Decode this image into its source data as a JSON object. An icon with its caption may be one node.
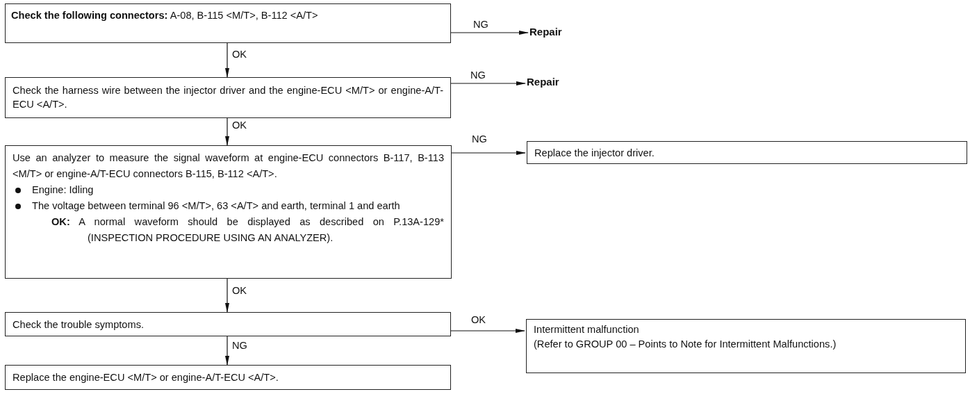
{
  "diagram": {
    "nodes": [
      {
        "text": [
          "**Check the following connectors:** A-08, B-115 <M/T>, B-112 <A/T>"
        ]
      },
      {
        "text": [
          "Repair"
        ]
      },
      {
        "text": [
          "Check the harness wire between the injector driver and the engine-ECU <M/T> or engine-A/T-ECU <A/T>."
        ]
      },
      {
        "text": [
          "Repair"
        ]
      },
      {
        "text": [
          "Use an analyzer to measure the signal waveform at engine-ECU connectors B-117, B-113 <M/T> or engine-A/T-ECU connectors B-115, B-112 <A/T>.",
          "Engine: Idling",
          "The voltage between terminal 96 <M/T>, 63 <A/T> and earth, terminal 1 and earth",
          "**OK:** A normal waveform should be displayed as described on P.13A-129* (INSPECTION PROCEDURE USING AN ANALYZER)."
        ]
      },
      {
        "text": [
          "Replace the injector driver."
        ]
      },
      {
        "text": [
          "Check the trouble symptoms."
        ]
      },
      {
        "text": [
          "Intermittent malfunction",
          "(Refer to GROUP 00 – Points to Note for Intermittent Malfunctions.)"
        ]
      },
      {
        "text": [
          "Replace the engine-ECU <M/T> or engine-A/T-ECU <A/T>."
        ]
      }
    ],
    "edges": [
      {
        "from": 0,
        "to": 1,
        "arrow": "to",
        "label": "NG"
      },
      {
        "from": 0,
        "to": 2,
        "arrow": "to",
        "label": "OK"
      },
      {
        "from": 2,
        "to": 3,
        "arrow": "to",
        "label": "NG"
      },
      {
        "from": 2,
        "to": 4,
        "arrow": "to",
        "label": "OK"
      },
      {
        "from": 4,
        "to": 5,
        "arrow": "to",
        "label": "NG"
      },
      {
        "from": 4,
        "to": 6,
        "arrow": "to",
        "label": "OK"
      },
      {
        "from": 6,
        "to": 7,
        "arrow": "to",
        "label": "OK"
      },
      {
        "from": 6,
        "to": 8,
        "arrow": "to",
        "label": "NG"
      }
    ]
  }
}
